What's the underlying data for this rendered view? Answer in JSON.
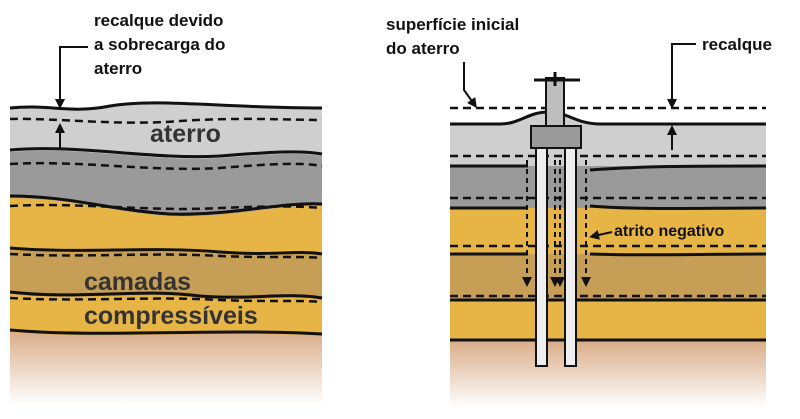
{
  "left": {
    "annotation_line1": "recalque devido",
    "annotation_line2": "a sobrecarga do",
    "annotation_line3": "aterro",
    "layer_label_fill": "aterro",
    "layer_label_compress_1": "camadas",
    "layer_label_compress_2": "compressíveis"
  },
  "right": {
    "label_surface_1": "superfície inicial",
    "label_surface_2": "do aterro",
    "label_settlement": "recalque",
    "label_negative_friction": "atrito negativo"
  },
  "colors": {
    "fill_layer": "#cfcfcf",
    "dark_gray_layer": "#9a9a9a",
    "sand_layer": "#e7b546",
    "brown_layer": "#c79e56",
    "base_layer": "#d8a986",
    "line": "#111111"
  }
}
